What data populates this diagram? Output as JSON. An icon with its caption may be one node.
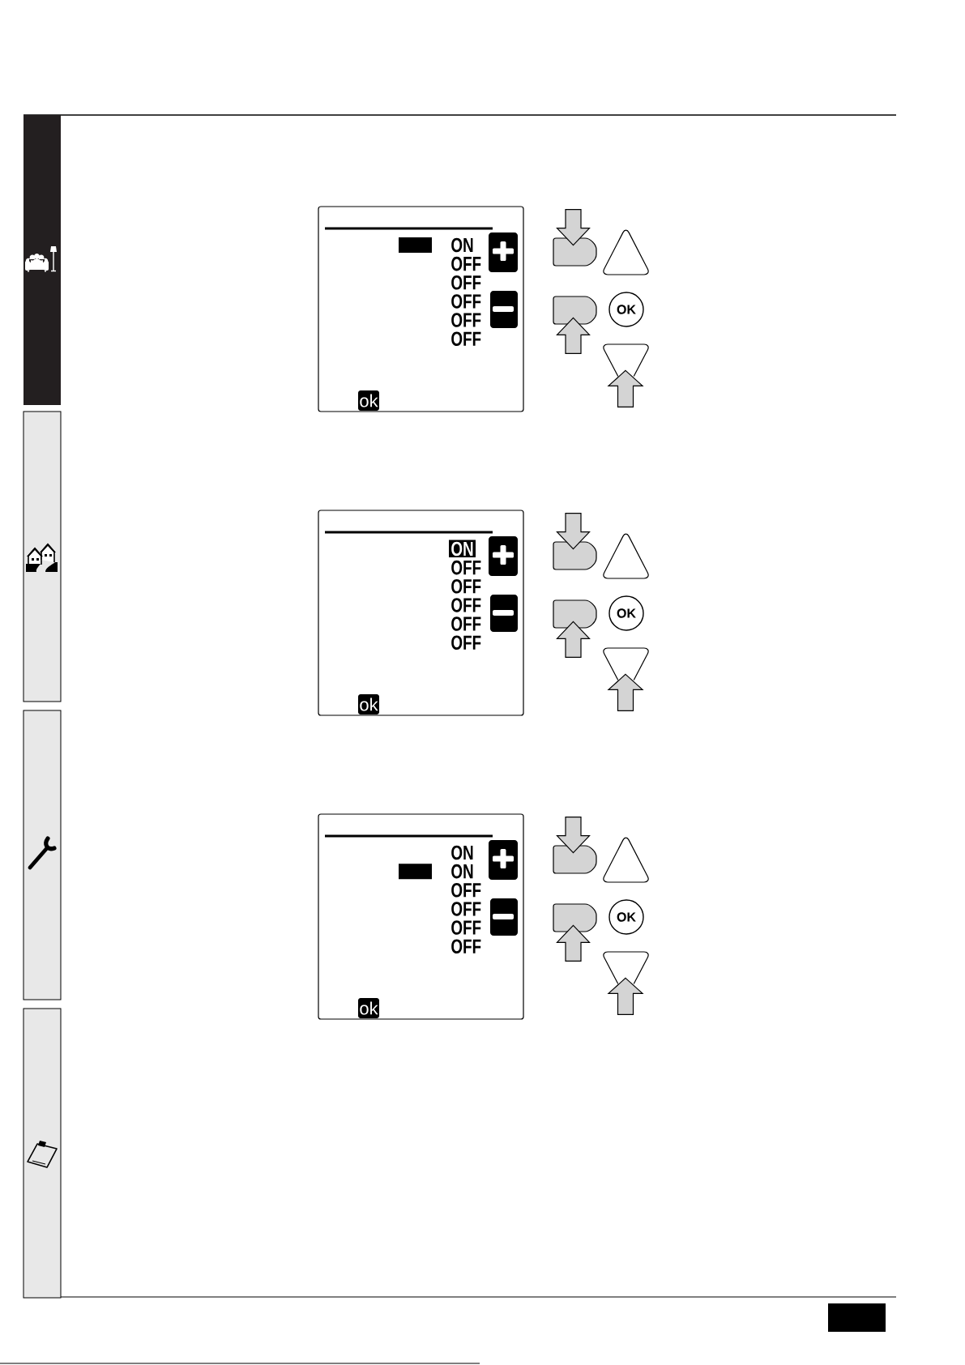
{
  "diagram": {
    "nodes": [
      {
        "text": [
          "ON",
          "OFF",
          "OFF",
          "OFF",
          "OFF",
          "OFF"
        ]
      },
      {
        "text": [
          "ok"
        ],
        "in": 0
      },
      {
        "text": [],
        "shape": "button"
      },
      {
        "text": [],
        "shape": "triangle"
      },
      {
        "text": [],
        "shape": "button"
      },
      {
        "text": [
          "OK"
        ]
      },
      {
        "text": [],
        "shape": "triangle"
      },
      {
        "text": [
          "ON",
          "OFF",
          "OFF",
          "OFF",
          "OFF",
          "OFF"
        ]
      },
      {
        "text": [
          "ok"
        ],
        "in": 7
      },
      {
        "text": [],
        "shape": "button"
      },
      {
        "text": [],
        "shape": "triangle"
      },
      {
        "text": [],
        "shape": "button"
      },
      {
        "text": [
          "OK"
        ]
      },
      {
        "text": [],
        "shape": "triangle"
      },
      {
        "text": [
          "ON",
          "ON",
          "OFF",
          "OFF",
          "OFF",
          "OFF"
        ]
      },
      {
        "text": [
          "ok"
        ],
        "in": 14
      },
      {
        "text": [],
        "shape": "button"
      },
      {
        "text": [],
        "shape": "triangle"
      },
      {
        "text": [],
        "shape": "button"
      },
      {
        "text": [
          "OK"
        ]
      },
      {
        "text": [],
        "shape": "triangle"
      }
    ],
    "edges": [
      {
        "from": null,
        "to": 2,
        "arrow": "to"
      },
      {
        "from": null,
        "to": 4,
        "arrow": "to"
      },
      {
        "from": null,
        "to": 6,
        "arrow": "to"
      },
      {
        "from": null,
        "to": 9,
        "arrow": "to"
      },
      {
        "from": null,
        "to": 11,
        "arrow": "to"
      },
      {
        "from": null,
        "to": 13,
        "arrow": "to"
      },
      {
        "from": null,
        "to": 16,
        "arrow": "to"
      },
      {
        "from": null,
        "to": 18,
        "arrow": "to"
      },
      {
        "from": null,
        "to": 20,
        "arrow": "to"
      }
    ]
  }
}
